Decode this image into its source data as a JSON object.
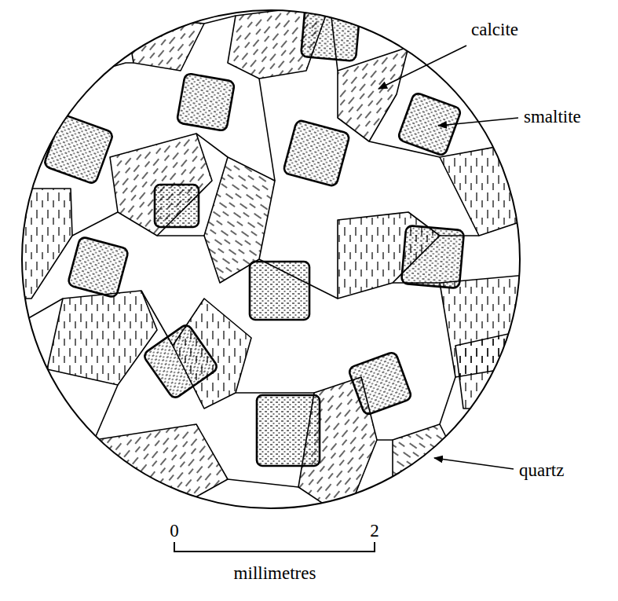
{
  "diagram": {
    "labels": [
      "calcite",
      "smaltite",
      "quartz",
      "0",
      "2",
      "millimetres"
    ]
  }
}
